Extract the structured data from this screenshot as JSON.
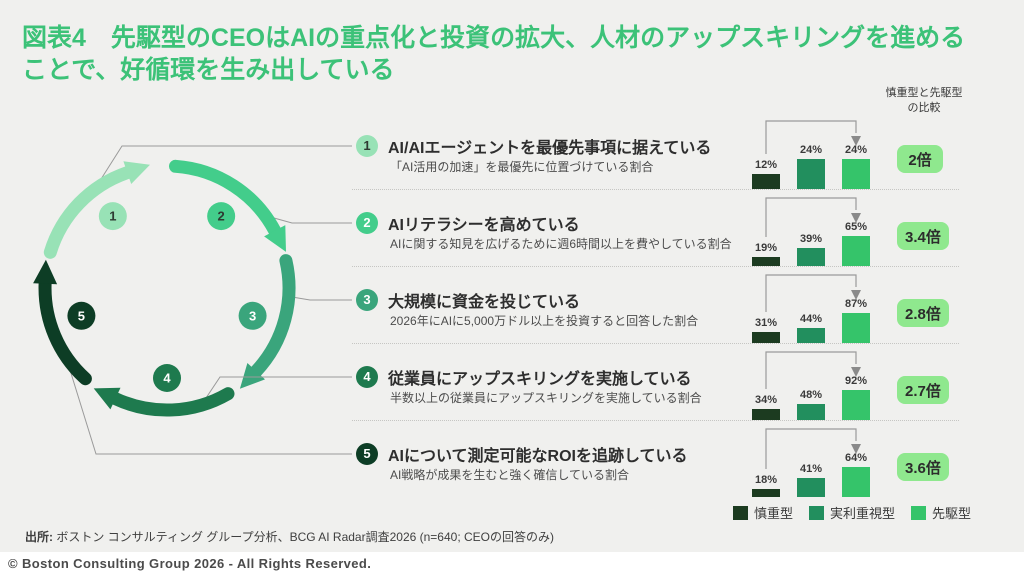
{
  "slide": {
    "title_line1": "図表4　先駆型のCEOはAIの重点化と投資の拡大、人材のアップスキリングを進める",
    "title_line2": "ことで、好循環を生み出している",
    "comparison_header_line1": "慎重型と先駆型",
    "comparison_header_line2": "の比較",
    "source_label": "出所:",
    "source_text": " ボストン コンサルティング グループ分析、BCG AI Radar調査2026 (n=640; CEOの回答のみ)",
    "footer": "© Boston Consulting Group 2026 - All Rights Reserved."
  },
  "colors": {
    "title_green": "#3cc278",
    "badge_bg": "#8fe88e",
    "connector_gray": "#9a9a9a",
    "dot_gray": "#8a8a8a"
  },
  "legend": [
    {
      "label": "慎重型",
      "color": "#1c3b20"
    },
    {
      "label": "実利重視型",
      "color": "#228f5e"
    },
    {
      "label": "先駆型",
      "color": "#35c46a"
    }
  ],
  "chart_data": {
    "type": "bar",
    "title": "図表4 先駆型のCEOはAIの重点化と投資の拡大、人材のアップスキリングを進めることで、好循環を生み出している",
    "series_names": [
      "慎重型",
      "実利重視型",
      "先駆型"
    ],
    "unit": "%",
    "legend_position": "bottom-right",
    "rows": [
      {
        "num": "1",
        "title": "AI/AIエージェントを最優先事項に据えている",
        "subtitle": "「AI活用の加速」を最優先に位置づけている割合",
        "values": [
          12,
          24,
          24
        ],
        "labels": [
          "12%",
          "24%",
          "24%"
        ],
        "badge": "2倍",
        "circle_color": "#98e2b6",
        "num_color": "#2e3a32"
      },
      {
        "num": "2",
        "title": "AIリテラシーを高めている",
        "subtitle": "AIに関する知見を広げるために週6時間以上を費やしている割合",
        "values": [
          19,
          39,
          65
        ],
        "labels": [
          "19%",
          "39%",
          "65%"
        ],
        "badge": "3.4倍",
        "circle_color": "#43cd8b",
        "num_color": "#ffffff"
      },
      {
        "num": "3",
        "title": "大規模に資金を投じている",
        "subtitle": "2026年にAIに5,000万ドル以上を投資すると回答した割合",
        "values": [
          31,
          44,
          87
        ],
        "labels": [
          "31%",
          "44%",
          "87%"
        ],
        "badge": "2.8倍",
        "circle_color": "#3aa57c",
        "num_color": "#ffffff"
      },
      {
        "num": "4",
        "title": "従業員にアップスキリングを実施している",
        "subtitle": "半数以上の従業員にアップスキリングを実施している割合",
        "values": [
          34,
          48,
          92
        ],
        "labels": [
          "34%",
          "48%",
          "92%"
        ],
        "badge": "2.7倍",
        "circle_color": "#1e7a4e",
        "num_color": "#ffffff"
      },
      {
        "num": "5",
        "title": "AIについて測定可能なROIを追跡している",
        "subtitle": "AI戦略が成果を生むと強く確信している割合",
        "values": [
          18,
          41,
          64
        ],
        "labels": [
          "18%",
          "41%",
          "64%"
        ],
        "badge": "3.6倍",
        "circle_color": "#0d3d25",
        "num_color": "#ffffff"
      }
    ]
  }
}
